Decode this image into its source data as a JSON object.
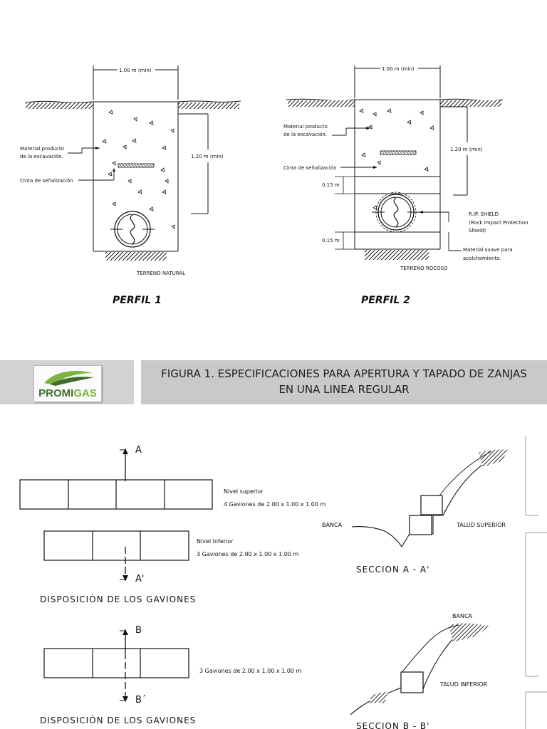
{
  "perfil1": {
    "label": "PERFIL 1",
    "width_dim": "1.00 m (min)",
    "depth_dim": "1.20 m (min)",
    "material_label_1": "Material producto",
    "material_label_2": "de la excavación.",
    "cinta_label": "Cinta de señalización",
    "terreno_label": "TERRENO NATURAL"
  },
  "perfil2": {
    "label": "PERFIL 2",
    "width_dim": "1.00 m (min)",
    "depth_dim": "1.20 m (min)",
    "material_label_1": "Material producto",
    "material_label_2": "de la excavación.",
    "cinta_label": "Cinta de señalización",
    "layer_top": "0.15 m",
    "layer_bottom": "0.15 m",
    "rip_1": "R.IP. SHIELD",
    "rip_2": "(Rock Impact Protection",
    "rip_3": "Shield)",
    "suave_1": "Material suave para",
    "suave_2": "acolchamiento.",
    "terreno_label": "TERRENO ROCOSO"
  },
  "banner": {
    "logo_text_main": "PROMI",
    "logo_text_accent": "GAS",
    "title_line1": "FIGURA 1. ESPECIFICACIONES PARA APERTURA Y TAPADO DE ZANJAS",
    "title_line2": "EN UNA LINEA REGULAR",
    "logo_green": "#7cb341",
    "logo_dark_green": "#3f6b2c"
  },
  "gaviones_a": {
    "marker_top": "A",
    "marker_bottom": "A'",
    "nivel_superior": "Nivel superior",
    "superior_desc": "4 Gaviones de 2.00 x 1.00 x 1.00 m",
    "nivel_inferior": "Nivel Inferior",
    "inferior_desc": "3 Gaviones de 2.00 x 1.00 x 1.00 m",
    "caption": "DISPOSICIÓN DE LOS GAVIONES"
  },
  "gaviones_b": {
    "marker_top": "B",
    "marker_bottom": "B´",
    "desc": "3 Gaviones de 2.00 x 1.00 x 1.00 m",
    "caption": "DISPOSICIÓN DE LOS GAVIONES"
  },
  "seccion_a": {
    "banca": "BANCA",
    "talud": "TALUD SUPERIOR",
    "caption": "SECCION A - A'"
  },
  "seccion_b": {
    "banca": "BANCA",
    "talud": "TALUD INFERIOR",
    "caption": "SECCION B - B'"
  }
}
